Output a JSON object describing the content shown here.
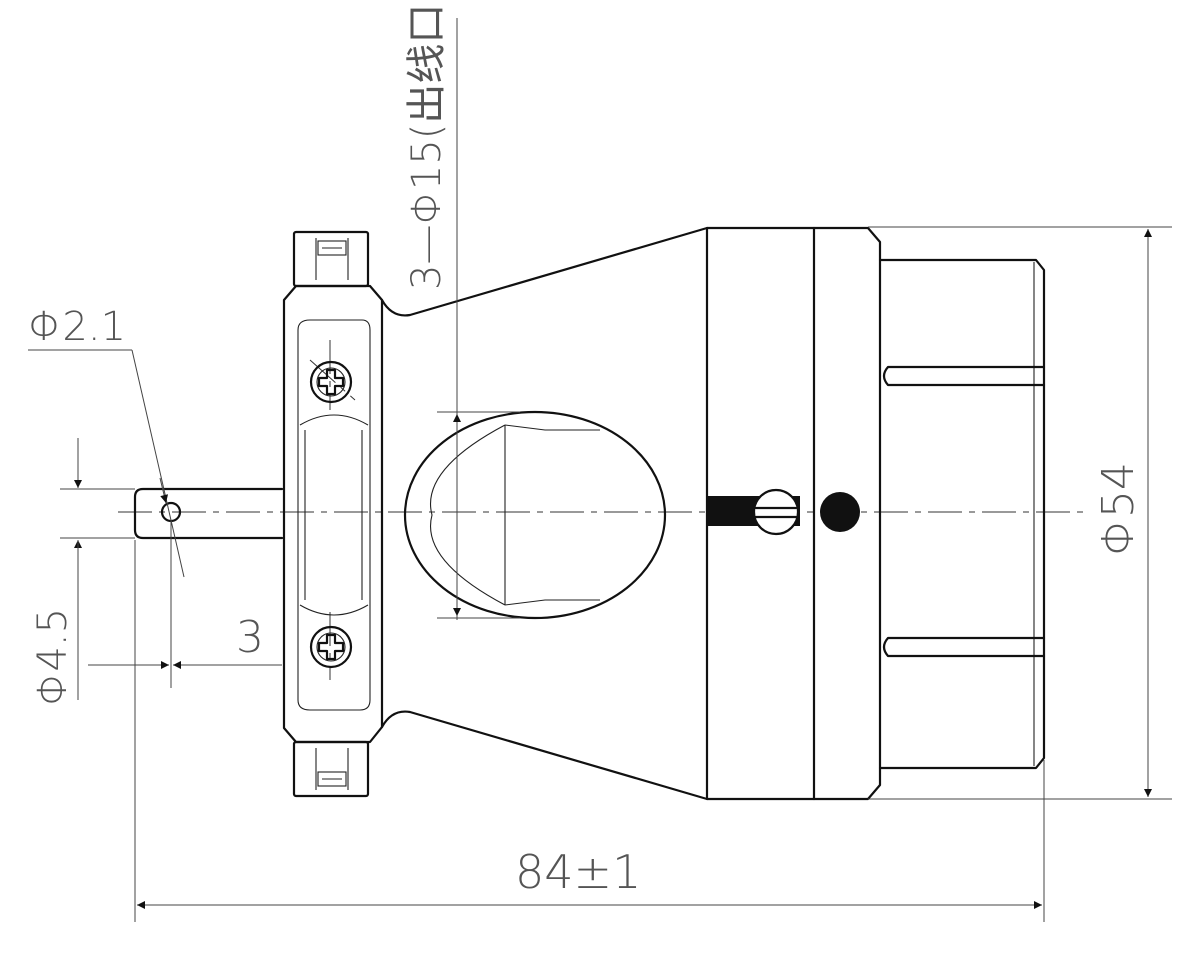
{
  "drawing": {
    "dimensions": {
      "overall_length": "84±1",
      "outer_diameter": "Φ54",
      "cable_outlet": "3—Φ15(出线口)",
      "hole_diameter": "Φ2.1",
      "pin_diameter": "Φ4.5",
      "pin_offset": "3"
    },
    "colors": {
      "line": "#111111",
      "dimension_text": "#555555",
      "background": "#ffffff"
    }
  }
}
